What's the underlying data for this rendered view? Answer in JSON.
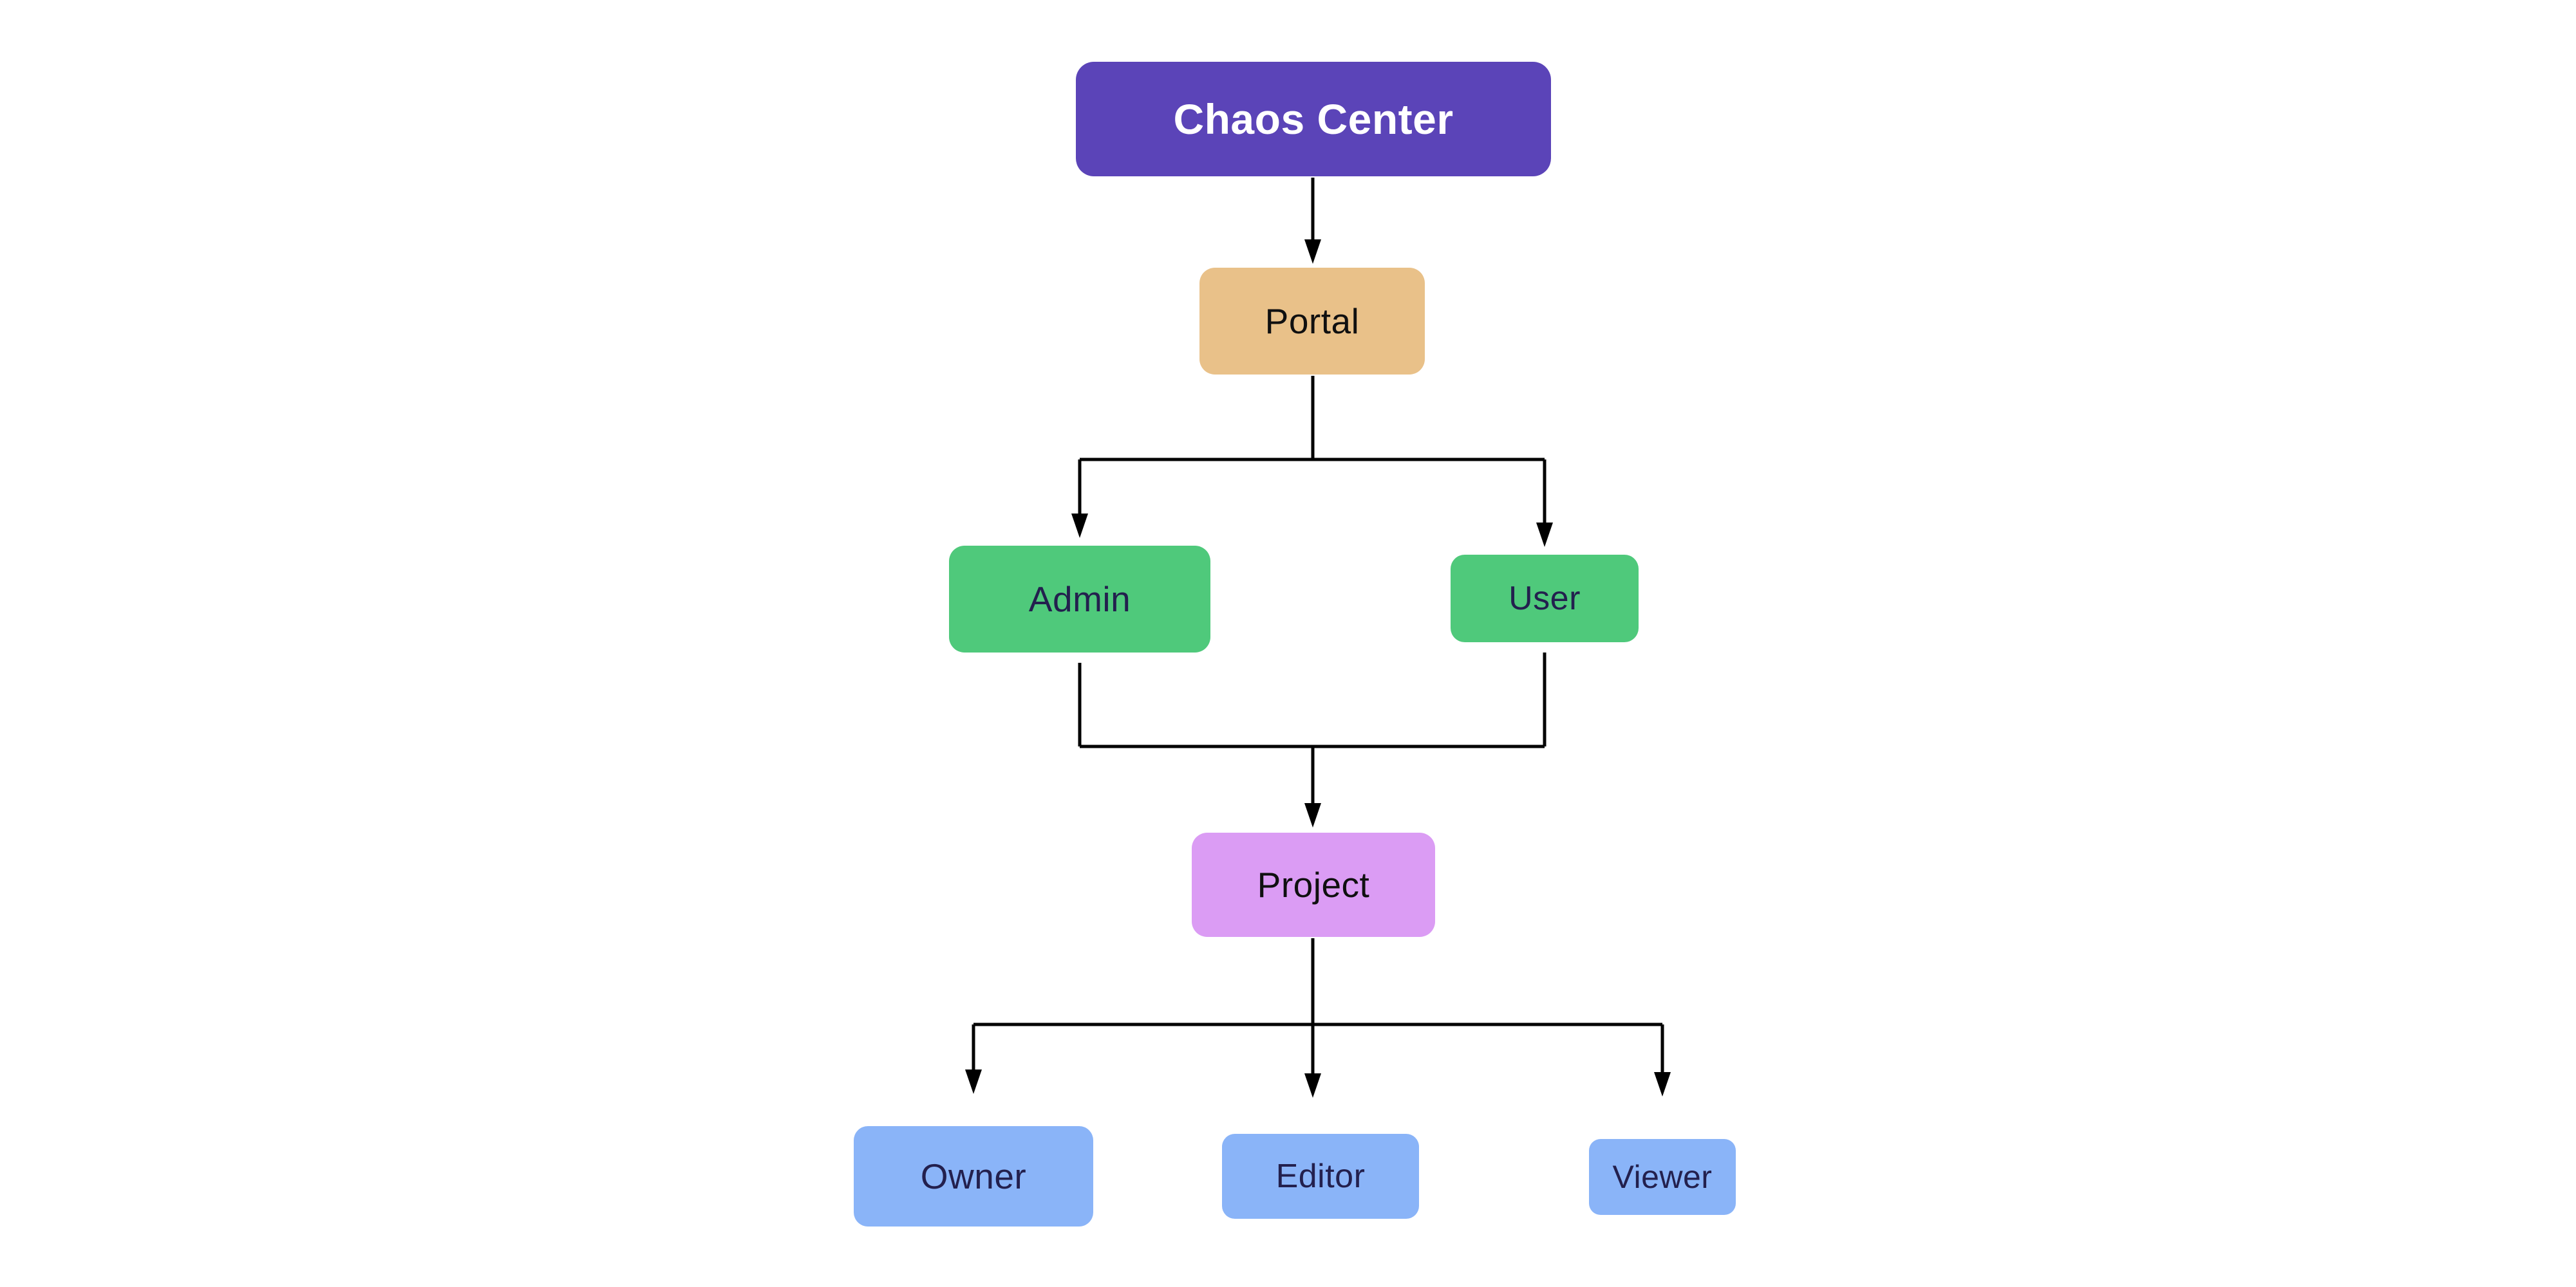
{
  "diagram": {
    "type": "flowchart",
    "orientation": "top-down",
    "background_color": "#ffffff",
    "edge_color": "#000000",
    "nodes": [
      {
        "id": "chaos-center",
        "label": "Chaos Center",
        "level": 1,
        "fill": "#5B44B8",
        "text_color": "#ffffff"
      },
      {
        "id": "portal",
        "label": "Portal",
        "level": 2,
        "fill": "#E9C189",
        "text_color": "#101010"
      },
      {
        "id": "admin",
        "label": "Admin",
        "level": 3,
        "fill": "#4FC97B",
        "text_color": "#23204E"
      },
      {
        "id": "user",
        "label": "User",
        "level": 3,
        "fill": "#4FC97B",
        "text_color": "#23204E"
      },
      {
        "id": "project",
        "label": "Project",
        "level": 4,
        "fill": "#DB9CF4",
        "text_color": "#101010"
      },
      {
        "id": "owner",
        "label": "Owner",
        "level": 5,
        "fill": "#8AB4F8",
        "text_color": "#23204E"
      },
      {
        "id": "editor",
        "label": "Editor",
        "level": 5,
        "fill": "#8AB4F8",
        "text_color": "#23204E"
      },
      {
        "id": "viewer",
        "label": "Viewer",
        "level": 5,
        "fill": "#8AB4F8",
        "text_color": "#23204E"
      }
    ],
    "edges": [
      {
        "from": "chaos-center",
        "to": "portal"
      },
      {
        "from": "portal",
        "to": "admin"
      },
      {
        "from": "portal",
        "to": "user"
      },
      {
        "from": "admin",
        "to": "project"
      },
      {
        "from": "user",
        "to": "project"
      },
      {
        "from": "project",
        "to": "owner"
      },
      {
        "from": "project",
        "to": "editor"
      },
      {
        "from": "project",
        "to": "viewer"
      }
    ]
  }
}
